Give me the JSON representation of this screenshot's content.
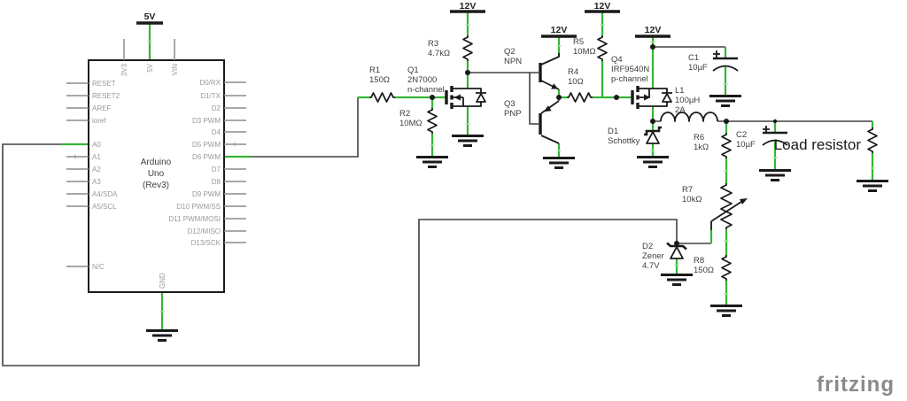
{
  "app": {
    "watermark": "fritzing"
  },
  "power": {
    "v5": "5V",
    "v12_r3": "12V",
    "v12_q2": "12V",
    "v12_r5": "12V",
    "v12_q4": "12V"
  },
  "arduino": {
    "title": [
      "Arduino",
      "Uno",
      "(Rev3)"
    ],
    "top_pins": [
      "3V3",
      "5V",
      "VIN"
    ],
    "bottom_pin": "GND",
    "left_pins": [
      "RESET",
      "RESET2",
      "AREF",
      "ioref",
      "A0",
      "A1",
      "A2",
      "A3",
      "A4/SDA",
      "A5/SCL",
      "N/C"
    ],
    "right_pins": [
      "D0/RX",
      "D1/TX",
      "D2",
      "D3 PWM",
      "D4",
      "D5 PWM",
      "D6 PWM",
      "D7",
      "D8",
      "D9 PWM",
      "D10 PWM/SS",
      "D11 PWM/MOSI",
      "D12/MISO",
      "D13/SCK"
    ]
  },
  "components": {
    "r1": {
      "name": "R1",
      "value": "150Ω"
    },
    "r2": {
      "name": "R2",
      "value": "10MΩ"
    },
    "r3": {
      "name": "R3",
      "value": "4.7kΩ"
    },
    "r4": {
      "name": "R4",
      "value": "10Ω"
    },
    "r5": {
      "name": "R5",
      "value": "10MΩ"
    },
    "r6": {
      "name": "R6",
      "value": "1kΩ"
    },
    "r7": {
      "name": "R7",
      "value": "10kΩ"
    },
    "r8": {
      "name": "R8",
      "value": "150Ω"
    },
    "q1": {
      "name": "Q1",
      "part": "2N7000",
      "type": "n-channel"
    },
    "q2": {
      "name": "Q2",
      "type": "NPN"
    },
    "q3": {
      "name": "Q3",
      "type": "PNP"
    },
    "q4": {
      "name": "Q4",
      "part": "IRF9540N",
      "type": "p-channel"
    },
    "c1": {
      "name": "C1",
      "value": "10µF"
    },
    "c2": {
      "name": "C2",
      "value": "10µF"
    },
    "l1": {
      "name": "L1",
      "value": "100µH",
      "rating": "2A"
    },
    "d1": {
      "name": "D1",
      "type": "Schottky"
    },
    "d2": {
      "name": "D2",
      "type": "Zener",
      "value": "4.7V"
    },
    "load": {
      "label": "Load resistor"
    }
  },
  "colors": {
    "wire_green": "#35b535",
    "wire_dark": "#404040",
    "pin_label": "#9a9a9a",
    "component_label": "#3d3d3d",
    "watermark": "#8a8a8a"
  }
}
